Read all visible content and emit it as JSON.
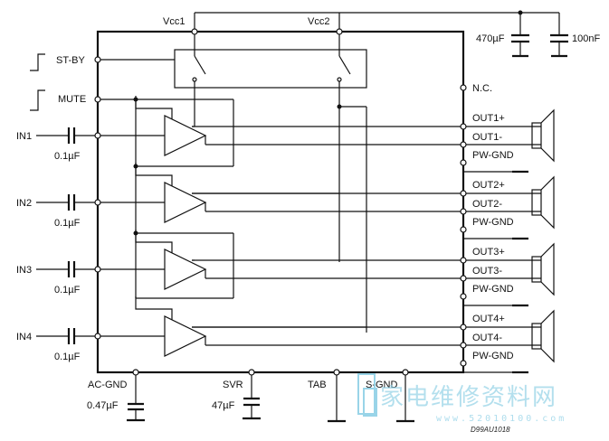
{
  "labels": {
    "vcc1": "Vcc1",
    "vcc2": "Vcc2",
    "standby": "ST-BY",
    "mute": "MUTE",
    "nc": "N.C.",
    "cap470": "470µF",
    "cap100": "100nF",
    "in1": "IN1",
    "in2": "IN2",
    "in3": "IN3",
    "in4": "IN4",
    "cin": "0.1µF",
    "out1p": "OUT1+",
    "out1m": "OUT1-",
    "out2p": "OUT2+",
    "out2m": "OUT2-",
    "out3p": "OUT3+",
    "out3m": "OUT3-",
    "out4p": "OUT4+",
    "out4m": "OUT4-",
    "pwgnd": "PW-GND",
    "acgnd": "AC-GND",
    "cacgnd": "0.47µF",
    "svr": "SVR",
    "csvr": "47µF",
    "tab": "TAB",
    "sgnd": "S-GND",
    "code": "D99AU1018"
  },
  "watermark": {
    "text": "家电维修资料网",
    "url": "www.52010100.com"
  },
  "colors": {
    "ink": "#111111",
    "watermark": "#8fd0e6"
  }
}
